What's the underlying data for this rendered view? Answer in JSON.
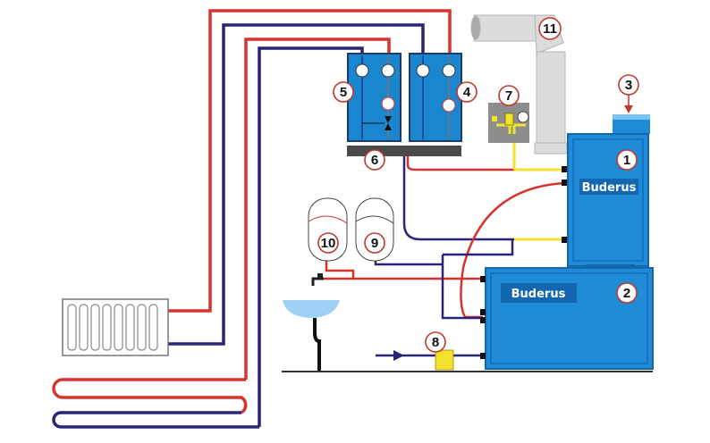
{
  "diagram": {
    "brand_label_upper": "Buderus",
    "brand_label_lower": "Buderus",
    "callouts": [
      "1",
      "2",
      "3",
      "4",
      "5",
      "6",
      "7",
      "8",
      "9",
      "10",
      "11"
    ]
  },
  "colors": {
    "supply_pipe": "#d8322f",
    "return_pipe": "#2a2477",
    "boiler_blue": "#1f8ad6",
    "module_blue": "#1b86d0",
    "gas_yellow": "#f2e22c",
    "flue_gray": "#d7d7d7",
    "callout_ring": "#c0392b"
  }
}
